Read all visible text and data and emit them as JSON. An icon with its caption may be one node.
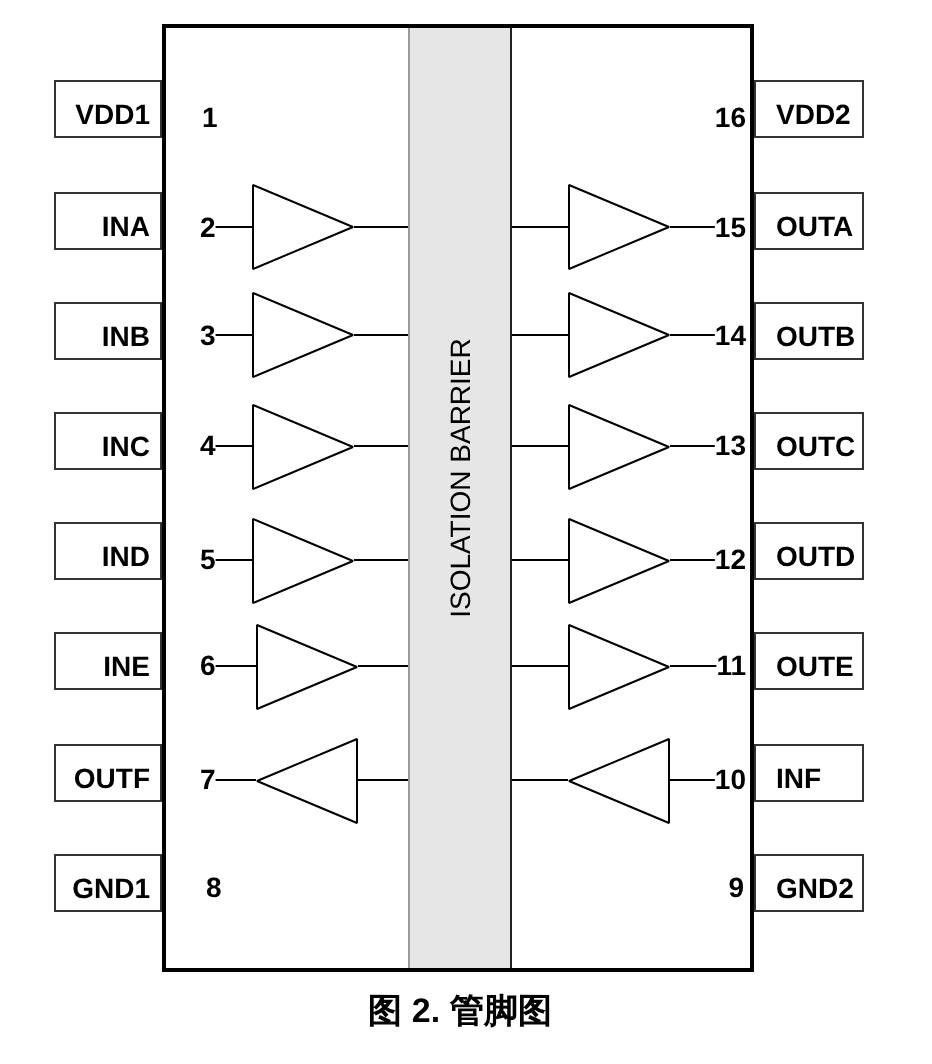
{
  "diagram": {
    "caption": "图 2. 管脚图",
    "nodes": [
      {
        "text": [],
        "shape": "box"
      },
      {
        "text": [
          "ISOLATION BARRIER"
        ],
        "in": 0
      },
      {
        "text": [
          "VDD1"
        ]
      },
      {
        "text": [
          "VDD2"
        ]
      },
      {
        "text": [
          "INA"
        ]
      },
      {
        "text": [
          "2"
        ],
        "in": 0
      },
      {
        "text": [],
        "shape": "triangle",
        "in": 0
      },
      {
        "text": [],
        "shape": "triangle",
        "in": 0
      },
      {
        "text": [
          "15"
        ],
        "in": 0
      },
      {
        "text": [
          "OUTA"
        ]
      },
      {
        "text": [
          "INB"
        ]
      },
      {
        "text": [
          "3"
        ],
        "in": 0
      },
      {
        "text": [],
        "shape": "triangle",
        "in": 0
      },
      {
        "text": [],
        "shape": "triangle",
        "in": 0
      },
      {
        "text": [
          "14"
        ],
        "in": 0
      },
      {
        "text": [
          "OUTB"
        ]
      },
      {
        "text": [
          "INC"
        ]
      },
      {
        "text": [
          "4"
        ],
        "in": 0
      },
      {
        "text": [],
        "shape": "triangle",
        "in": 0
      },
      {
        "text": [],
        "shape": "triangle",
        "in": 0
      },
      {
        "text": [
          "13"
        ],
        "in": 0
      },
      {
        "text": [
          "OUTC"
        ]
      },
      {
        "text": [
          "IND"
        ]
      },
      {
        "text": [
          "5"
        ],
        "in": 0
      },
      {
        "text": [],
        "shape": "triangle",
        "in": 0
      },
      {
        "text": [],
        "shape": "triangle",
        "in": 0
      },
      {
        "text": [
          "12"
        ],
        "in": 0
      },
      {
        "text": [
          "OUTD"
        ]
      },
      {
        "text": [
          "INE"
        ]
      },
      {
        "text": [
          "6"
        ],
        "in": 0
      },
      {
        "text": [],
        "shape": "triangle",
        "in": 0
      },
      {
        "text": [],
        "shape": "triangle",
        "in": 0
      },
      {
        "text": [
          "11"
        ],
        "in": 0
      },
      {
        "text": [
          "OUTE"
        ]
      },
      {
        "text": [
          "OUTF"
        ]
      },
      {
        "text": [
          "7"
        ],
        "in": 0
      },
      {
        "text": [],
        "shape": "triangle",
        "in": 0
      },
      {
        "text": [],
        "shape": "triangle",
        "in": 0
      },
      {
        "text": [
          "10"
        ],
        "in": 0
      },
      {
        "text": [
          "INF"
        ]
      },
      {
        "text": [
          "GND1"
        ]
      },
      {
        "text": [
          "GND2"
        ]
      }
    ],
    "edges": [
      {
        "from": 5,
        "to": 6,
        "arrow": "none"
      },
      {
        "from": 6,
        "to": 1,
        "arrow": "none"
      },
      {
        "from": 1,
        "to": 7,
        "arrow": "none"
      },
      {
        "from": 7,
        "to": 8,
        "arrow": "none"
      },
      {
        "from": 11,
        "to": 12,
        "arrow": "none"
      },
      {
        "from": 12,
        "to": 1,
        "arrow": "none"
      },
      {
        "from": 1,
        "to": 13,
        "arrow": "none"
      },
      {
        "from": 13,
        "to": 14,
        "arrow": "none"
      },
      {
        "from": 17,
        "to": 18,
        "arrow": "none"
      },
      {
        "from": 18,
        "to": 1,
        "arrow": "none"
      },
      {
        "from": 1,
        "to": 19,
        "arrow": "none"
      },
      {
        "from": 19,
        "to": 20,
        "arrow": "none"
      },
      {
        "from": 23,
        "to": 24,
        "arrow": "none"
      },
      {
        "from": 24,
        "to": 1,
        "arrow": "none"
      },
      {
        "from": 1,
        "to": 25,
        "arrow": "none"
      },
      {
        "from": 25,
        "to": 26,
        "arrow": "none"
      },
      {
        "from": 29,
        "to": 30,
        "arrow": "none"
      },
      {
        "from": 30,
        "to": 1,
        "arrow": "none"
      },
      {
        "from": 1,
        "to": 31,
        "arrow": "none"
      },
      {
        "from": 31,
        "to": 32,
        "arrow": "none"
      },
      {
        "from": 38,
        "to": 37,
        "arrow": "none"
      },
      {
        "from": 37,
        "to": 1,
        "arrow": "none"
      },
      {
        "from": 1,
        "to": 36,
        "arrow": "none"
      },
      {
        "from": 36,
        "to": 35,
        "arrow": "none"
      }
    ],
    "labels": [
      "1",
      "16",
      "8",
      "9"
    ]
  }
}
